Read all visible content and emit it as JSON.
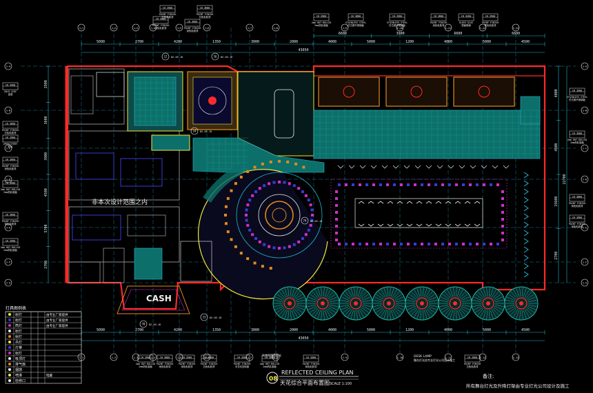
{
  "drawing": {
    "title_en": "REFLECTED CEILING PLAN",
    "title_cn": "天花综合平面布置图",
    "sheet_no": "08",
    "scale": "SCALE 1:100",
    "note_heading": "备注:",
    "note_text": "所有舞台灯光及升降灯架由专业灯光公司设计及施工",
    "out_of_scope": "非本次设计范围之内",
    "cash_label": "CASH",
    "legend_title": "灯具图例表"
  },
  "colors": {
    "background": "#000000",
    "wall": "#ff2a2a",
    "dim": "#22b8d6",
    "teal_fill": "#0d6f6a",
    "yellow": "#f2e93a",
    "blue": "#3a3ad8",
    "magenta": "#d030c8",
    "white": "#f0f0f0",
    "orange": "#e08a20"
  },
  "dimensions": {
    "top_row_1": [
      "5090",
      "2700",
      "4200",
      "1350",
      "3000",
      "2000",
      "4000",
      "5000",
      "1200",
      "4000",
      "5000",
      "4500"
    ],
    "top_row_2": [
      "6600",
      "3900",
      "6600",
      "6600"
    ],
    "top_total": "43050",
    "bottom_row_1": [
      "5090",
      "2700",
      "4200",
      "1350",
      "3000",
      "2000",
      "4000",
      "5000",
      "1200",
      "4000",
      "5000",
      "4500"
    ],
    "bottom_total": "43050",
    "left_col": [
      "2900",
      "3600",
      "3900",
      "4500",
      "5700",
      "2700"
    ],
    "right_col": [
      "4000",
      "4500",
      "15600",
      "2700"
    ],
    "right_total": "22700"
  },
  "grid_labels": {
    "top": [
      "1-1",
      "1-2",
      "1-3",
      "1-4",
      "1-5",
      "1-6",
      "1-7",
      "1-8",
      "1-9",
      "1-10",
      "1-11",
      "1-12",
      "1-13"
    ],
    "left": [
      "1-A",
      "1-B",
      "1-C",
      "1-D",
      "1-E",
      "1-F",
      "1-G"
    ],
    "right": [
      "1-A",
      "1-B",
      "1-C",
      "1-D",
      "1-E",
      "1-F",
      "1-G"
    ]
  },
  "tags_top": [
    {
      "code": "CH 3900",
      "sub": "PAINT FINISH",
      "cn": "白色乳胶漆"
    },
    {
      "code": "CH 3600",
      "sub": "PAINT FINISH",
      "cn": "白色乳胶漆"
    },
    {
      "code": "CH 3900",
      "sub": "PAINT FINISH",
      "cn": "深色乳胶漆"
    },
    {
      "code": "CH 3600",
      "sub": "PAINT FINISH",
      "cn": "深色乳胶漆"
    },
    {
      "code": "CH 3900",
      "sub": "2mm HOT-ROLLED",
      "cn": "2mm热轧钢板"
    },
    {
      "code": "CH 3800",
      "sub": "STAINLESS STEEL",
      "cn": "仿古铜不锈钢板"
    },
    {
      "code": "CH 3900",
      "sub": "STAINLESS STEEL",
      "cn": "仿古铜不锈钢板"
    },
    {
      "code": "CH 3800",
      "sub": "PAINT FINISH",
      "cn": "深色乳胶漆"
    },
    {
      "code": "CH 4200",
      "sub": "GLOSS GLAS",
      "cn": "镜面玻璃"
    },
    {
      "code": "CH 3900",
      "sub": "PAINT FINISH",
      "cn": "黑色乳胶漆"
    }
  ],
  "tags_left": [
    {
      "code": "CH 3900",
      "sub": "GOLD LEAF",
      "cn": "金箔"
    },
    {
      "code": "CH 3600",
      "sub": "PAINT FINISH",
      "cn": "白色乳胶漆"
    },
    {
      "code": "CH 3900",
      "sub": "UPHOLSTERY",
      "cn": "软包"
    },
    {
      "code": "CH 3600",
      "sub": "PAINT FINISH",
      "cn": "深色乳胶漆"
    },
    {
      "code": "CH 3600",
      "sub": "2mm HOT-ROLLED",
      "cn": "2mm热轧钢板"
    },
    {
      "code": "CH 3600",
      "sub": "PAINT FINISH",
      "cn": "深色乳胶漆"
    },
    {
      "code": "CH 3900",
      "sub": "2mm HOT-ROLLED",
      "cn": "2mm热轧钢板"
    }
  ],
  "tags_right": [
    {
      "code": "CH 3900",
      "sub": "STAINLESS STEEL",
      "cn": "仿古铜不锈钢板"
    },
    {
      "code": "CH 3900",
      "sub": "2mm HOT-ROLLED",
      "cn": "2mm热轧钢板"
    },
    {
      "code": "CH 3800",
      "sub": "PAINT FINISH",
      "cn": "深色乳胶漆"
    },
    {
      "code": "CH 3900",
      "sub": "PAINT FINISH",
      "cn": "深色乳胶漆"
    }
  ],
  "tags_bottom": [
    {
      "code": "CH 3900",
      "sub": "2mm HOT-ROLLED",
      "cn": "2mm热轧钢板"
    },
    {
      "code": "CH 3800",
      "sub": "PAINT FINISH",
      "cn": "深色乳胶漆"
    },
    {
      "code": "CH 3900",
      "sub": "PAINT FINISH",
      "cn": "深色乳胶漆"
    },
    {
      "code": "CH 3800",
      "sub": "PAINT FINISH",
      "cn": "白色乳胶漆"
    },
    {
      "code": "CH 3900",
      "sub": "PAINT FINISH",
      "cn": "天花切割刻度"
    },
    {
      "code": "CH 3600",
      "sub": "2mm HOT-ROLLED",
      "cn": "2mm热轧钢板"
    },
    {
      "code": "CH 3900",
      "sub": "PAINT FINISH",
      "cn": "深色乳胶漆"
    },
    {
      "code": "CH 3900",
      "sub": "PAINT FINISH",
      "cn": "白色乳胶漆"
    }
  ],
  "legend_rows": [
    {
      "name": "射灯",
      "desc": "由专业厂家提供"
    },
    {
      "name": "射灯",
      "desc": "由专业厂家提供"
    },
    {
      "name": "筒灯",
      "desc": "由专业厂家提供"
    },
    {
      "name": "射灯",
      "desc": ""
    },
    {
      "name": "射灯",
      "desc": ""
    },
    {
      "name": "吊灯",
      "desc": ""
    },
    {
      "name": "灯带",
      "desc": ""
    },
    {
      "name": "射灯",
      "desc": ""
    },
    {
      "name": "吸顶灯",
      "desc": ""
    },
    {
      "name": "排气扇",
      "desc": ""
    },
    {
      "name": "烟感",
      "desc": ""
    },
    {
      "name": "喷淋",
      "desc": "暗藏"
    },
    {
      "name": "检修口",
      "desc": ""
    }
  ],
  "section_marks": [
    {
      "num": "12",
      "ref": "DS-05-16"
    },
    {
      "num": "16",
      "ref": "DS-05-16"
    },
    {
      "num": "74",
      "ref": "DS-05-16"
    },
    {
      "num": "70",
      "ref": "DS-05-16"
    },
    {
      "num": "14",
      "ref": "DS-05-16"
    },
    {
      "num": "13",
      "ref": "DS-05-16"
    }
  ],
  "misc_notes": {
    "bottom_mid_1": "天花吊顶比灯光",
    "bottom_mid_2": "DESK LAMP",
    "bottom_mid_3": "舞台灯光由专业灯光公司设计施工"
  }
}
